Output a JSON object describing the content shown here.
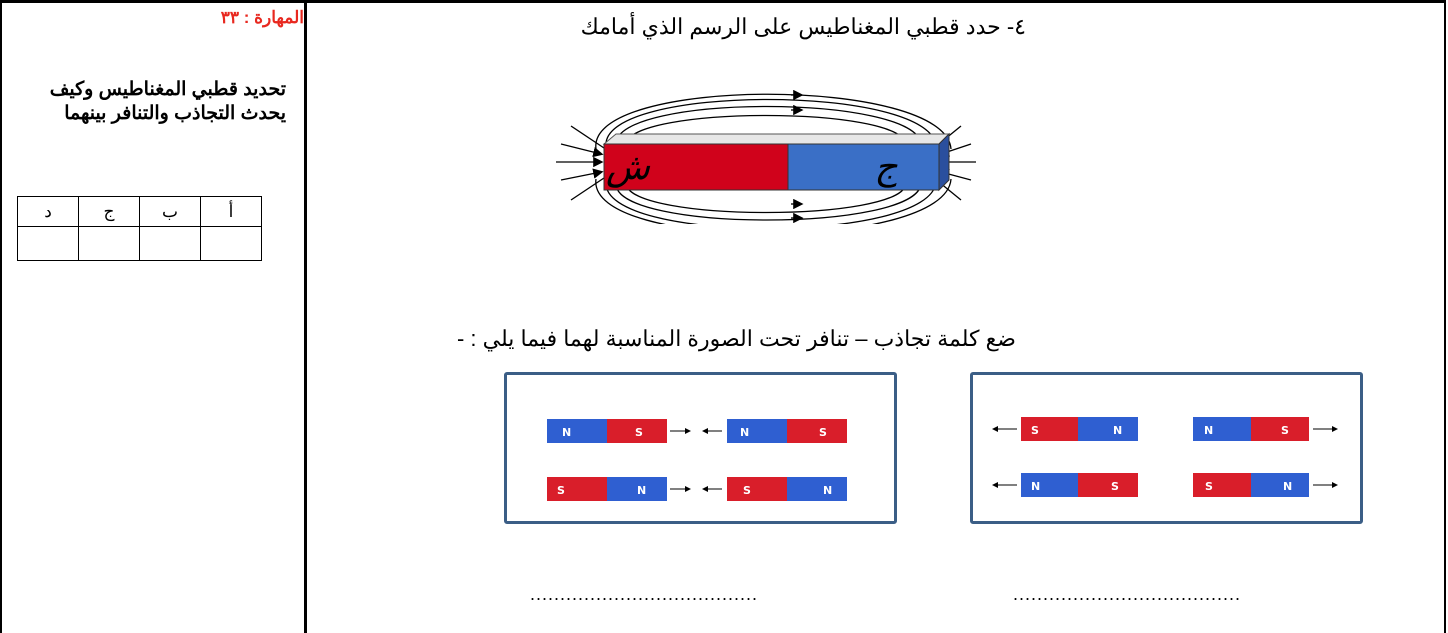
{
  "sidebar": {
    "skill_title": "المهارة : ٣٣",
    "skill_description": "تحديد قطبي المغناطيس وكيف يحدث التجاذب والتنافر بينهما",
    "grade_headers": [
      "أ",
      "ب",
      "ج",
      "د"
    ]
  },
  "question4": {
    "title": "٤-  حدد قطبي المغناطيس على الرسم الذي أمامك",
    "magnet_left_label": "ش",
    "magnet_right_label": "ج"
  },
  "question5": {
    "dash": "-",
    "text": "ضع كلمة تجاذب – تنافر تحت الصورة المناسبة لهما فيما يلي :",
    "left_box": {
      "row1": [
        "N",
        "S",
        "N",
        "S"
      ],
      "row2": [
        "S",
        "N",
        "S",
        "N"
      ]
    },
    "right_box": {
      "row1": [
        "S",
        "N",
        "N",
        "S"
      ],
      "row2": [
        "N",
        "S",
        "S",
        "N"
      ]
    },
    "answer_left": "......................................",
    "answer_right": "......................................"
  },
  "colors": {
    "red": "#d0021b",
    "blue": "#3a6fc6",
    "box_border": "#3b5e86",
    "skill_title": "#e8281f"
  }
}
